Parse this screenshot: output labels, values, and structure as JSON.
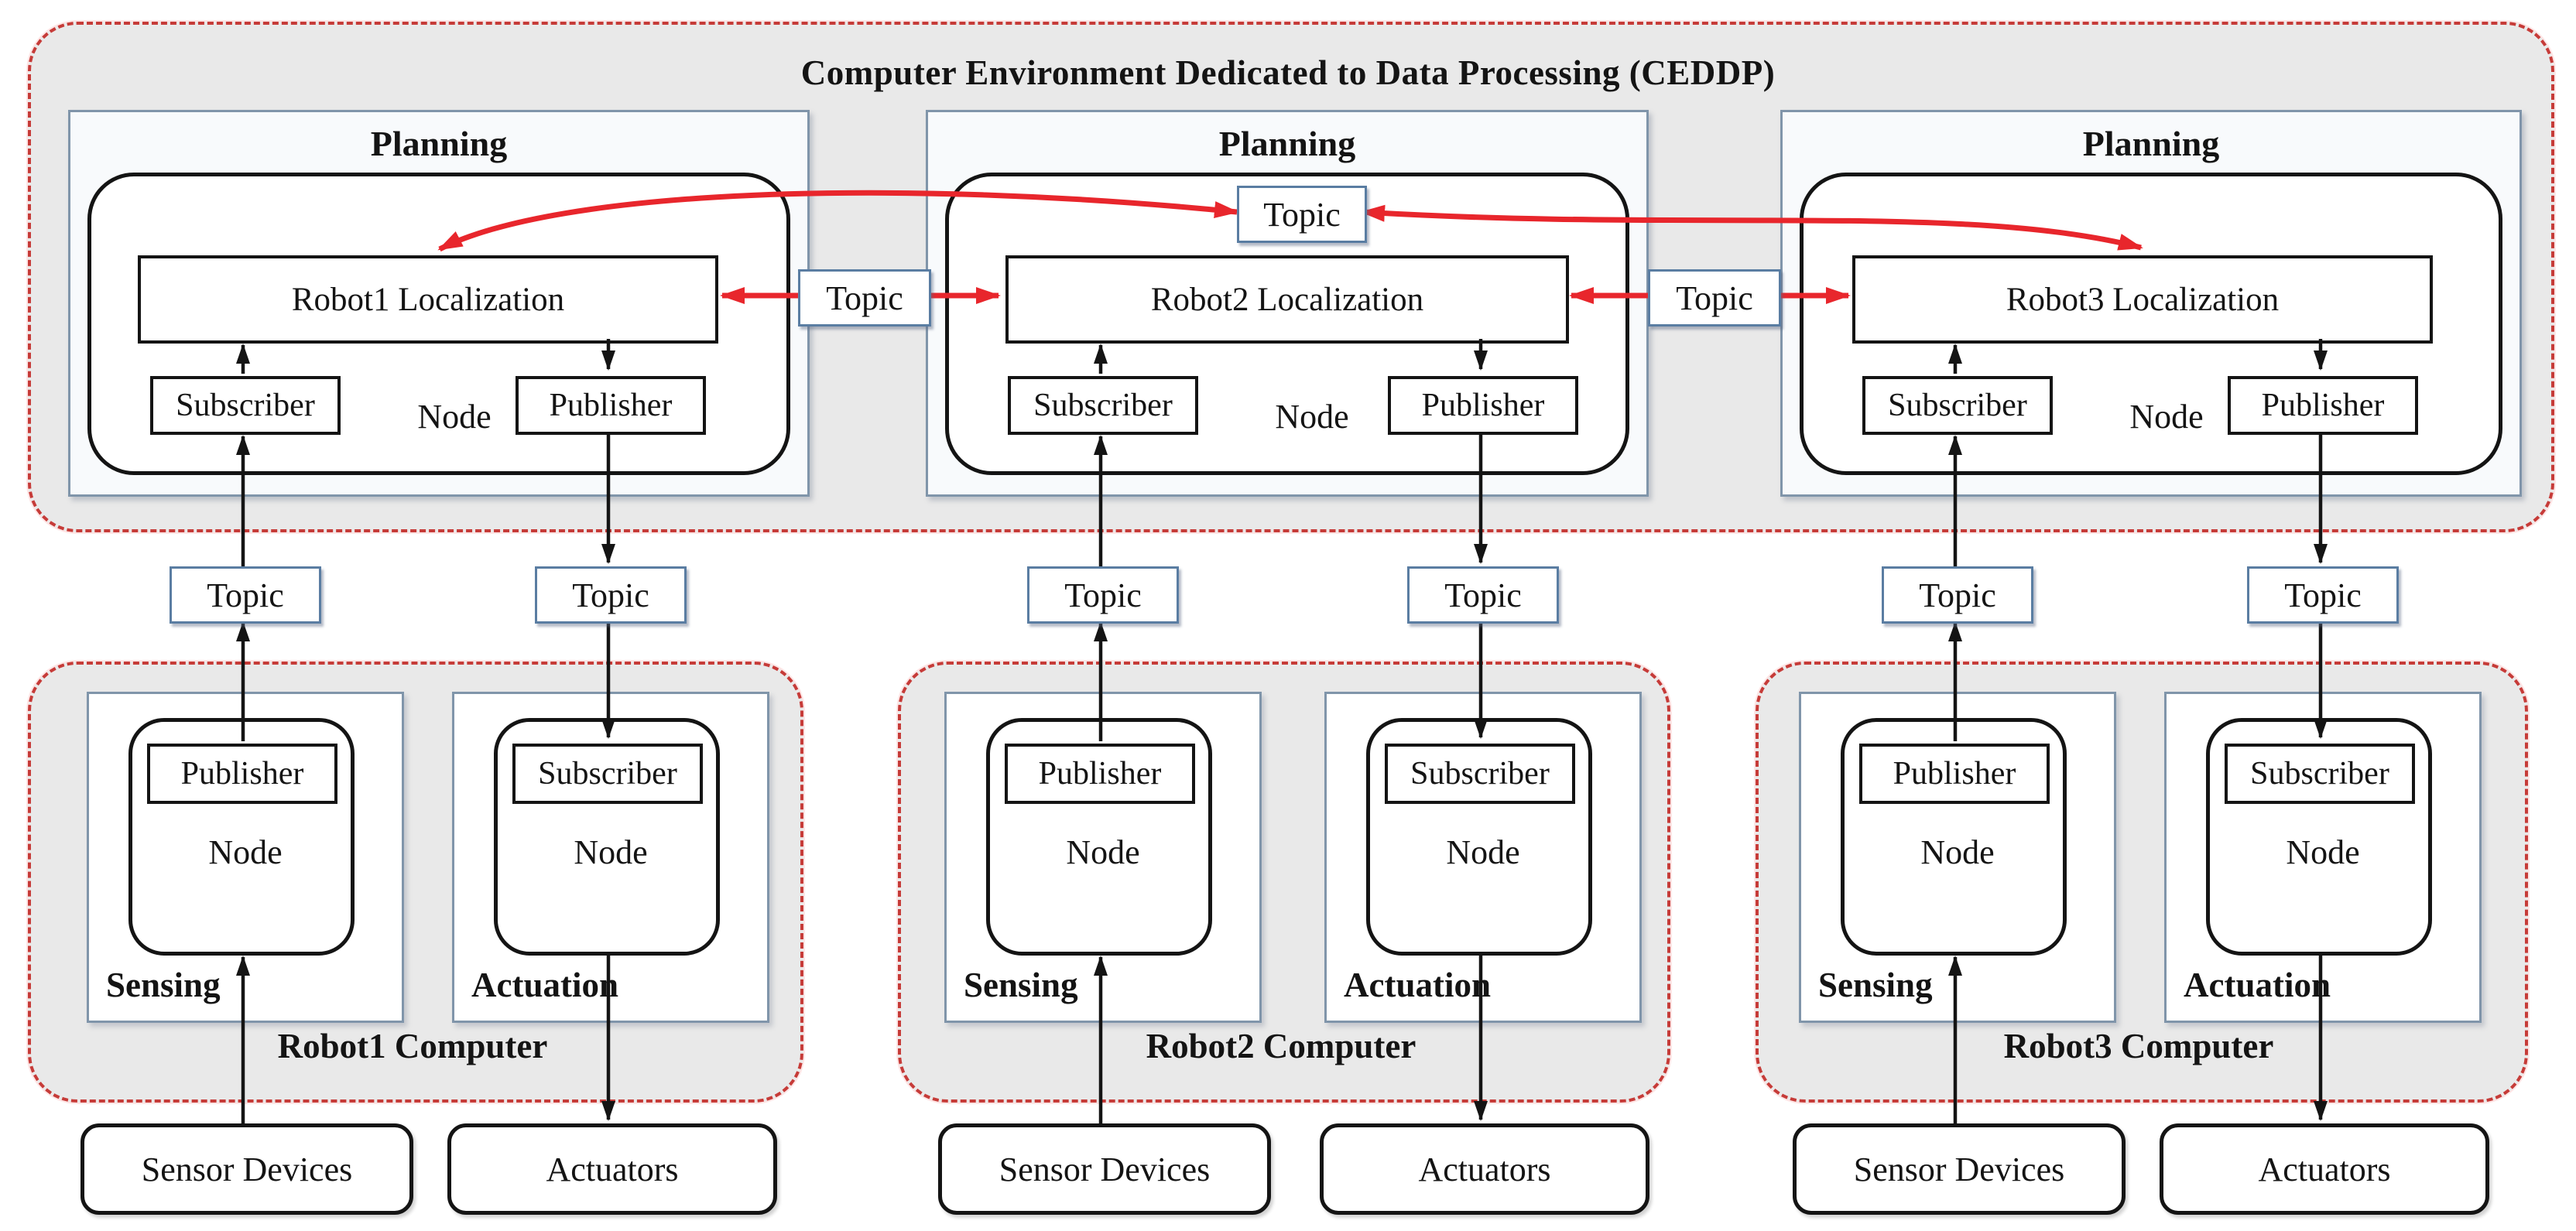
{
  "diagram": {
    "title": "Computer Environment Dedicated to Data Processing (CEDDP)",
    "topic_label": "Topic",
    "planning_units": [
      {
        "panel_title": "Planning",
        "localization": "Robot1 Localization",
        "subscriber": "Subscriber",
        "publisher": "Publisher",
        "node_label": "Node"
      },
      {
        "panel_title": "Planning",
        "localization": "Robot2 Localization",
        "subscriber": "Subscriber",
        "publisher": "Publisher",
        "node_label": "Node"
      },
      {
        "panel_title": "Planning",
        "localization": "Robot3 Localization",
        "subscriber": "Subscriber",
        "publisher": "Publisher",
        "node_label": "Node"
      }
    ],
    "robot_computers": [
      {
        "title": "Robot1 Computer",
        "sensing_label": "Sensing",
        "sensing_role": "Publisher",
        "sensing_node": "Node",
        "actuation_label": "Actuation",
        "actuation_role": "Subscriber",
        "actuation_node": "Node",
        "sensor_devices": "Sensor Devices",
        "actuators": "Actuators"
      },
      {
        "title": "Robot2 Computer",
        "sensing_label": "Sensing",
        "sensing_role": "Publisher",
        "sensing_node": "Node",
        "actuation_label": "Actuation",
        "actuation_role": "Subscriber",
        "actuation_node": "Node",
        "sensor_devices": "Sensor Devices",
        "actuators": "Actuators"
      },
      {
        "title": "Robot3 Computer",
        "sensing_label": "Sensing",
        "sensing_role": "Publisher",
        "sensing_node": "Node",
        "actuation_label": "Actuation",
        "actuation_role": "Subscriber",
        "actuation_node": "Node",
        "sensor_devices": "Sensor Devices",
        "actuators": "Actuators"
      }
    ],
    "colors": {
      "arrow_red": "#e8262c",
      "line_black": "#141414",
      "container_fill": "#e9e9e9",
      "container_border_red": "#c63b38",
      "panel_border_blue": "#8095aa",
      "topic_border_blue": "#5a7da2",
      "panel_fill": "#f8fafc",
      "box_fill": "#ffffff"
    }
  }
}
